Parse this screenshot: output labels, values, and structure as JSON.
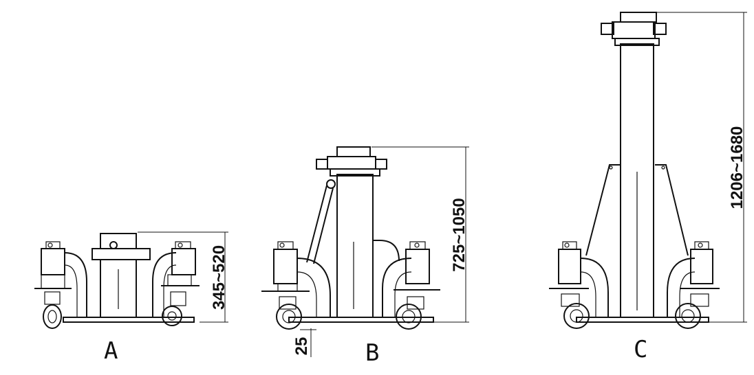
{
  "views": [
    {
      "id": "A",
      "label": "A",
      "height_range": "345~520"
    },
    {
      "id": "B",
      "label": "B",
      "height_range": "725~1050",
      "wheel_offset": "25"
    },
    {
      "id": "C",
      "label": "C",
      "height_range": "1206~1680"
    }
  ]
}
